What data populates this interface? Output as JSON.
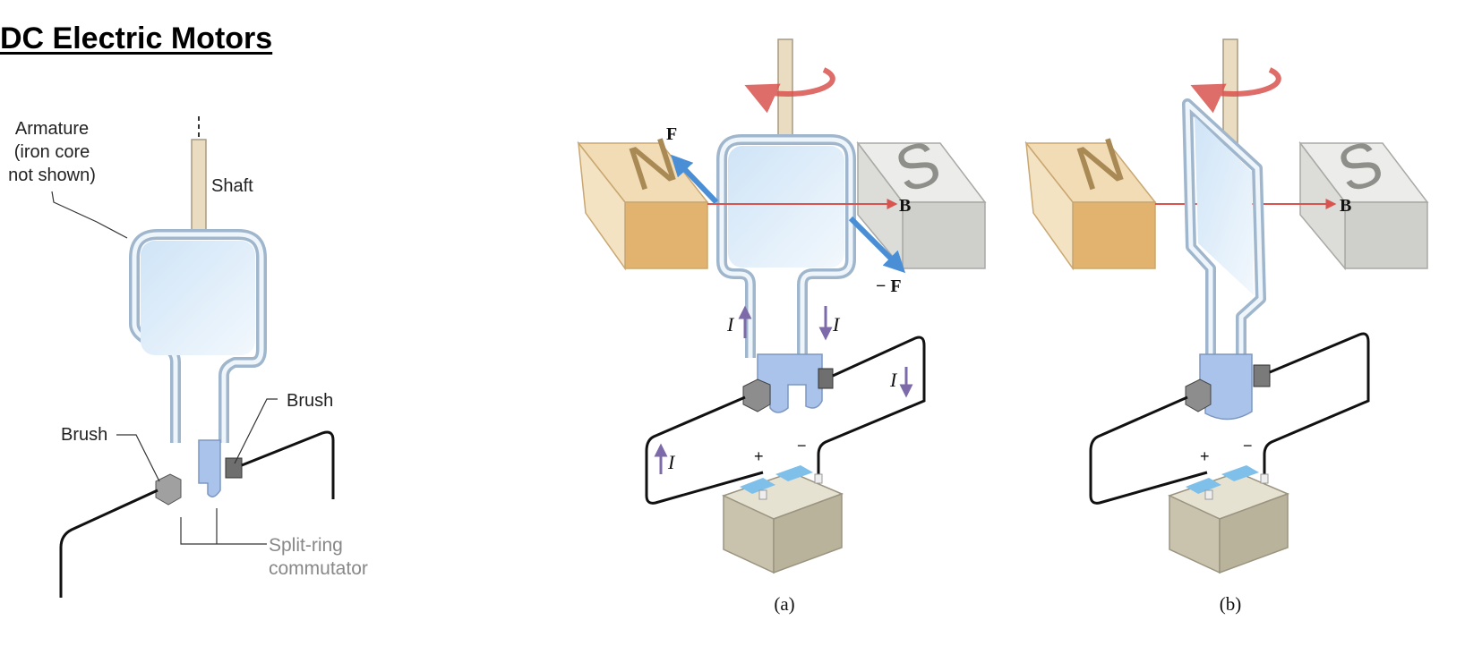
{
  "title": "DC Electric Motors",
  "left_diagram": {
    "armature_label": [
      "Armature",
      "(iron core",
      "not shown)"
    ],
    "shaft_label": "Shaft",
    "brush_left_label": "Brush",
    "brush_right_label": "Brush",
    "commutator_label": [
      "Split-ring",
      "commutator"
    ]
  },
  "panel_a": {
    "caption": "(a)",
    "north_label": "N",
    "south_label": "S",
    "force_label": "F",
    "neg_force_label": "− F",
    "field_label": "B",
    "current_label": "I",
    "plus_label": "+",
    "minus_label": "−"
  },
  "panel_b": {
    "caption": "(b)",
    "north_label": "N",
    "south_label": "S",
    "field_label": "B",
    "plus_label": "+",
    "minus_label": "−"
  },
  "colors": {
    "magnet_n": "#e7c48e",
    "magnet_s": "#d6d6d2",
    "coil_fill": "#dcecf9",
    "coil_tube": "#9fb6cc",
    "field_arrow": "#d9534f",
    "force_arrow": "#4a8fd6",
    "current_arrow": "#7d6aa8",
    "battery": "#cfcab6"
  }
}
